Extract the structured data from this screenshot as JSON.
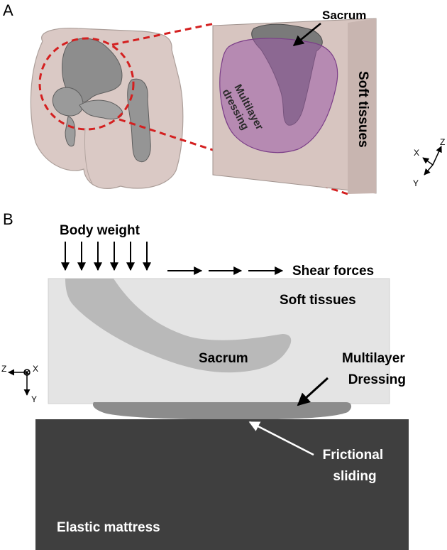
{
  "panel_a": {
    "label": "A",
    "sacrum": "Sacrum",
    "soft_tissues": "Soft tissues",
    "dressing": "Multilayer dressing",
    "dressing_line1": "Multilayer",
    "dressing_line2": "dressing",
    "axes": {
      "z": "Z",
      "x": "X",
      "y": "Y"
    }
  },
  "panel_b": {
    "label": "B",
    "body_weight": "Body weight",
    "shear_forces": "Shear forces",
    "soft_tissues": "Soft tissues",
    "sacrum": "Sacrum",
    "dressing": "Multilayer Dressing",
    "dressing_line1": "Multilayer",
    "dressing_line2": "Dressing",
    "frictional": "Frictional sliding",
    "frictional_line1": "Frictional",
    "frictional_line2": "sliding",
    "mattress": "Elastic mattress",
    "axes": {
      "z": "Z",
      "x": "X",
      "y": "Y"
    }
  },
  "colors": {
    "soft_tissue_3d": "#d9c7c2",
    "bone_3d": "#8a8a8a",
    "dressing_3d": "#9a5aa6",
    "callout_dash": "#d42020",
    "soft_tissue_2d": "#e4e4e4",
    "sacrum_2d": "#b9b9b9",
    "dressing_2d": "#8c8c8c",
    "mattress": "#3f3f3f"
  }
}
